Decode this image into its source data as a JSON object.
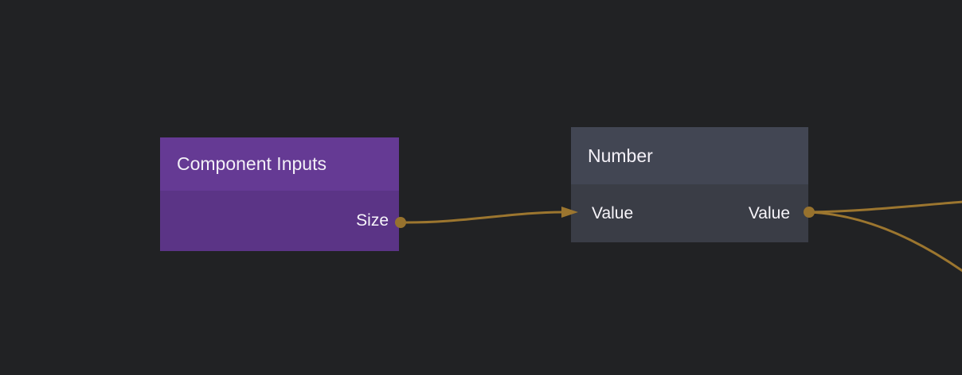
{
  "canvas": {
    "background_color": "#212224",
    "wire_color": "#9c762f",
    "port_dot_color": "#97722e"
  },
  "nodes": [
    {
      "title": "Component Inputs",
      "header_color": "#653a94",
      "body_color": "#5b3486",
      "inputs": [],
      "outputs": [
        {
          "label": "Size"
        }
      ]
    },
    {
      "title": "Number",
      "header_color": "#424653",
      "body_color": "#3a3d46",
      "inputs": [
        {
          "label": "Value"
        }
      ],
      "outputs": [
        {
          "label": "Value"
        }
      ]
    }
  ],
  "connections": [
    {
      "from_node": "Component Inputs",
      "from_port": "Size",
      "to_node": "Number",
      "to_port": "Value"
    },
    {
      "from_node": "Number",
      "from_port": "Value",
      "to": "offscreen-right-upper"
    },
    {
      "from_node": "Number",
      "from_port": "Value",
      "to": "offscreen-right-lower"
    }
  ]
}
